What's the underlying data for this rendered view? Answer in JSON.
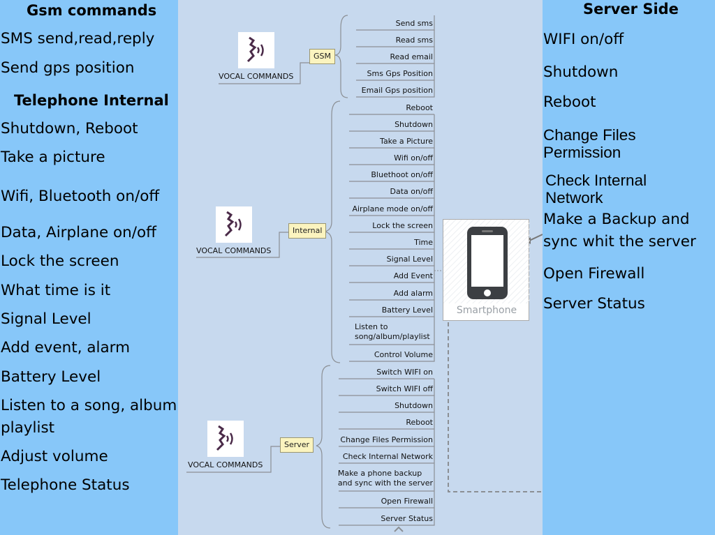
{
  "left": {
    "gsm_heading": "Gsm commands",
    "gsm_items": [
      "SMS send,read,reply",
      "Send gps position"
    ],
    "internal_heading": "Telephone Internal",
    "internal_items": [
      "Shutdown, Reboot",
      " Take a picture",
      "Wifi, Bluetooth  on/off",
      "Data, Airplane on/off",
      "Lock the screen",
      "What time is it",
      "Signal Level",
      "Add event, alarm",
      "Battery Level",
      "Listen to a song, album",
      "playlist",
      "Adjust volume",
      "Telephone Status"
    ]
  },
  "right": {
    "heading": "Server Side",
    "items": [
      "WIFI on/off",
      "Shutdown",
      "Reboot",
      "Change Files\nPermission",
      "Check Internal\nNetwork",
      "Make a Backup and sync whit the server",
      "Open Firewall",
      "Server Status"
    ]
  },
  "diagram": {
    "vocal_caption": "VOCAL COMMANDS",
    "topics": {
      "gsm": "GSM",
      "internal": "Internal",
      "server": "Server"
    },
    "gsm_leaves": [
      "Send sms",
      "Read sms",
      "Read email",
      "Sms Gps Position",
      "Email Gps position"
    ],
    "internal_leaves": [
      "Reboot",
      "Shutdown",
      "Take a Picture",
      "Wifi on/off",
      "Bluethoot on/off",
      "Data on/off",
      "Airplane mode on/off",
      "Lock the screen",
      "Time",
      "Signal Level",
      "Add Event",
      "Add alarm",
      "Battery Level",
      "Listen to\nsong/album/playlist",
      "Control Volume"
    ],
    "server_leaves": [
      "Switch WIFI on",
      "Switch WIFI off",
      "Shutdown",
      "Reboot",
      "Change Files Permission",
      "Check Internal Network",
      "Make a phone backup\nand sync with the server",
      "Open Firewall",
      "Server Status"
    ],
    "smartphone_label": "Smartphone"
  },
  "colors": {
    "panel": "#87c7f9",
    "canvas": "#c7d9ee",
    "topic_fill": "#fbf4bf"
  }
}
